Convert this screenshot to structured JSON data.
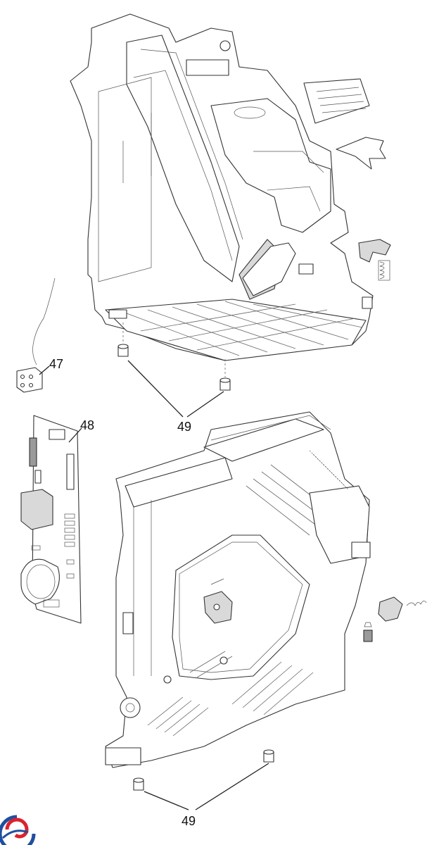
{
  "callouts": {
    "sensor": "47",
    "board": "48",
    "feet_top": "49",
    "feet_bottom": "49"
  },
  "icons": {
    "logo": "brand-swirl-logo"
  },
  "colors": {
    "logo_blue": "#1f4fa0",
    "logo_red": "#d9232e",
    "line": "#333333"
  }
}
